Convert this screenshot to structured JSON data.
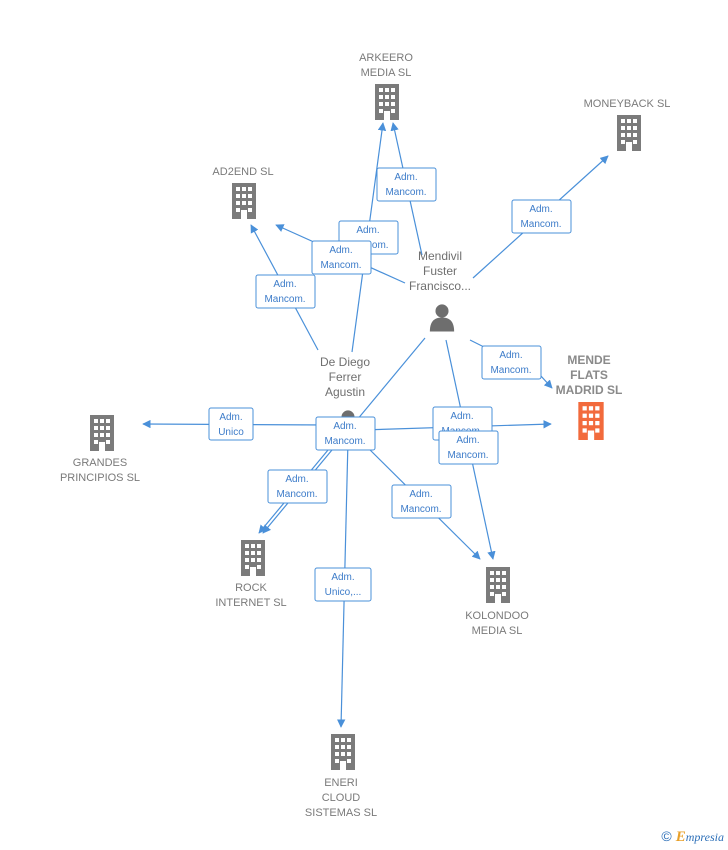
{
  "colors": {
    "edge": "#4a90d9",
    "company": "#7b7b7b",
    "main_company": "#f26a3c",
    "person": "#6e6e6e"
  },
  "companies": [
    {
      "id": "arkeero",
      "lines": [
        "ARKEERO",
        "MEDIA  SL"
      ],
      "icon": "building-icon",
      "main": false
    },
    {
      "id": "moneyback",
      "lines": [
        "MONEYBACK SL"
      ],
      "icon": "building-icon",
      "main": false
    },
    {
      "id": "ad2end",
      "lines": [
        "AD2END  SL"
      ],
      "icon": "building-icon",
      "main": false
    },
    {
      "id": "mende",
      "lines": [
        "MENDE",
        "FLATS",
        "MADRID  SL"
      ],
      "icon": "building-icon",
      "main": true
    },
    {
      "id": "grandes",
      "lines": [
        "GRANDES",
        "PRINCIPIOS SL"
      ],
      "icon": "building-icon",
      "main": false
    },
    {
      "id": "rock",
      "lines": [
        "ROCK",
        "INTERNET  SL"
      ],
      "icon": "building-icon",
      "main": false
    },
    {
      "id": "kolondoo",
      "lines": [
        "KOLONDOO",
        "MEDIA  SL"
      ],
      "icon": "building-icon",
      "main": false
    },
    {
      "id": "eneri",
      "lines": [
        "ENERI",
        "CLOUD",
        "SISTEMAS  SL"
      ],
      "icon": "building-icon",
      "main": false
    }
  ],
  "persons": [
    {
      "id": "mendivil",
      "lines": [
        "Mendivil",
        "Fuster",
        "Francisco..."
      ],
      "icon": "person-icon"
    },
    {
      "id": "dediego",
      "lines": [
        "De Diego",
        "Ferrer",
        "Agustin"
      ],
      "icon": "person-icon"
    }
  ],
  "edge_labels": [
    {
      "id": "e1",
      "lines": [
        "Adm.",
        "Mancom."
      ]
    },
    {
      "id": "e2",
      "lines": [
        "Adm.",
        "Mancom."
      ]
    },
    {
      "id": "e3",
      "lines": [
        "Adm.",
        "Mancom."
      ]
    },
    {
      "id": "e4",
      "lines": [
        "Adm.",
        "Mancom."
      ]
    },
    {
      "id": "e5",
      "lines": [
        "Adm.",
        "Mancom."
      ]
    },
    {
      "id": "e6",
      "lines": [
        "Adm.",
        "Mancom."
      ]
    },
    {
      "id": "e7",
      "lines": [
        "Adm.",
        "Unico"
      ]
    },
    {
      "id": "e8",
      "lines": [
        "Adm.",
        "Mancom."
      ]
    },
    {
      "id": "e9",
      "lines": [
        "Adm.",
        "Mancom."
      ]
    },
    {
      "id": "e10",
      "lines": [
        "Adm.",
        "Mancom."
      ]
    },
    {
      "id": "e11",
      "lines": [
        "Adm.",
        "Mancom."
      ]
    },
    {
      "id": "e12",
      "lines": [
        "Adm.",
        "Mancom."
      ]
    },
    {
      "id": "e13",
      "lines": [
        "Adm.",
        "Unico,..."
      ]
    }
  ],
  "footer": {
    "copyright": "©",
    "brand_e": "E",
    "brand_rest": "mpresia"
  }
}
